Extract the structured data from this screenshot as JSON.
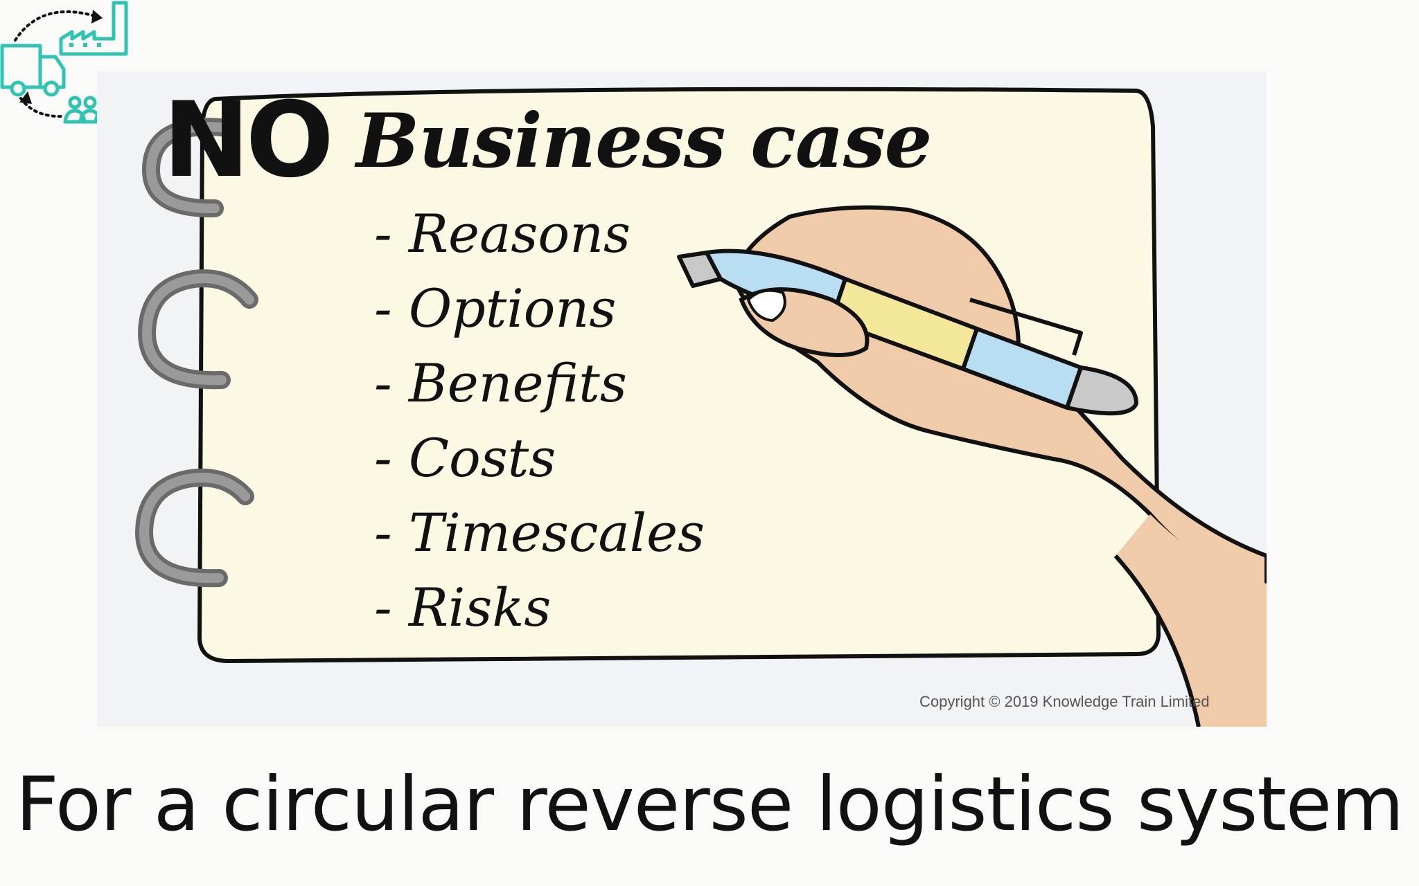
{
  "logo": {
    "icon": "circular-logistics-icon",
    "accent_color": "#2fc4b2"
  },
  "illustration": {
    "title": "Business case",
    "items": [
      "- Reasons",
      "- Options",
      "- Benefits",
      "- Costs",
      "- Timescales",
      "- Risks"
    ],
    "copyright": "Copyright © 2019 Knowledge Train Limited",
    "paper_color": "#fbf9e3",
    "skin_color": "#f0cba9",
    "pen_blue": "#b9def2",
    "pen_yellow": "#f4e79a"
  },
  "overlay": {
    "no_label": "NO"
  },
  "caption": "For a circular reverse logistics system"
}
